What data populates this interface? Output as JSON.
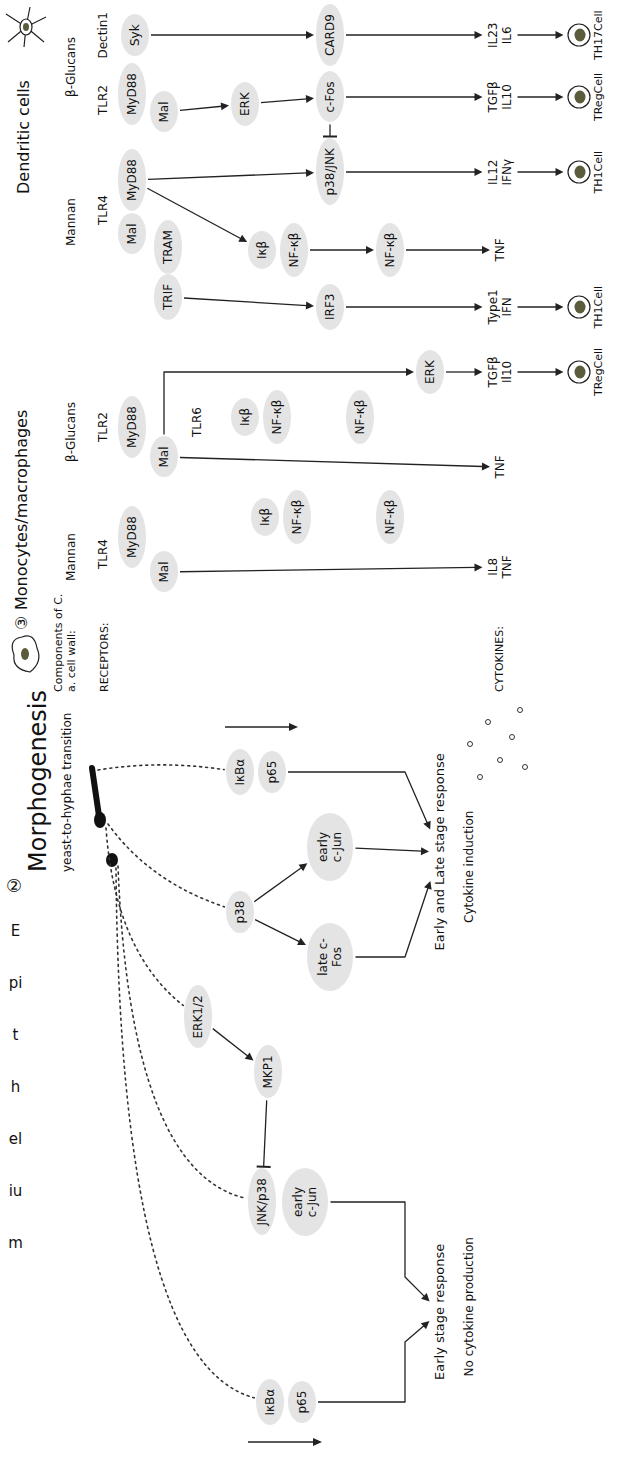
{
  "diagram": {
    "nodes": [
      {
        "text": [
          "IκBα"
        ]
      },
      {
        "text": [
          "p65"
        ]
      },
      {
        "text": [
          "JNK/p38"
        ]
      },
      {
        "text": [
          "early c-Jun"
        ]
      },
      {
        "text": [
          "MKP1"
        ]
      },
      {
        "text": [
          "ERK1/2"
        ]
      },
      {
        "text": [
          "Early stage response"
        ]
      },
      {
        "text": [
          "p38"
        ]
      },
      {
        "text": [
          "early c-Jun"
        ]
      },
      {
        "text": [
          "late c-Fos"
        ]
      },
      {
        "text": [
          "IκBα"
        ]
      },
      {
        "text": [
          "p65"
        ]
      },
      {
        "text": [
          "Early and Late stage response"
        ]
      },
      {
        "text": [
          "MyD88"
        ]
      },
      {
        "text": [
          "Mal"
        ]
      },
      {
        "text": [
          "Iκβ"
        ]
      },
      {
        "text": [
          "NF-κβ"
        ]
      },
      {
        "text": [
          "NF-κβ"
        ]
      },
      {
        "text": [
          "IL8",
          "TNF"
        ]
      },
      {
        "text": [
          "MyD88"
        ]
      },
      {
        "text": [
          "Mal"
        ]
      },
      {
        "text": [
          "Iκβ"
        ]
      },
      {
        "text": [
          "NF-κβ"
        ]
      },
      {
        "text": [
          "NF-κβ"
        ]
      },
      {
        "text": [
          "TNF"
        ]
      },
      {
        "text": [
          "ERK"
        ]
      },
      {
        "text": [
          "TGFβ",
          "Il10"
        ]
      },
      {
        "text": [
          "TRegCell"
        ]
      },
      {
        "text": [
          "Syk"
        ]
      },
      {
        "text": [
          "CARD9"
        ]
      },
      {
        "text": [
          "IL23",
          "IL6"
        ]
      },
      {
        "text": [
          "TH17Cell"
        ]
      },
      {
        "text": [
          "MyD88"
        ]
      },
      {
        "text": [
          "Mal"
        ]
      },
      {
        "text": [
          "ERK"
        ]
      },
      {
        "text": [
          "c-Fos"
        ]
      },
      {
        "text": [
          "TGFβ",
          "IL10"
        ]
      },
      {
        "text": [
          "TRegCell"
        ]
      },
      {
        "text": [
          "Mal"
        ]
      },
      {
        "text": [
          "MyD88"
        ]
      },
      {
        "text": [
          "TRIF"
        ]
      },
      {
        "text": [
          "TRAM"
        ]
      },
      {
        "text": [
          "p38/JNK"
        ]
      },
      {
        "text": [
          "IL12",
          "IFNγ"
        ]
      },
      {
        "text": [
          "TH1Cell"
        ]
      },
      {
        "text": [
          "Iκβ"
        ]
      },
      {
        "text": [
          "NF-κβ"
        ]
      },
      {
        "text": [
          "NF-κβ"
        ]
      },
      {
        "text": [
          "TNF"
        ]
      },
      {
        "text": [
          "IRF3"
        ]
      },
      {
        "text": [
          "Type1",
          "IFN"
        ]
      },
      {
        "text": [
          "TH1Cell"
        ]
      }
    ],
    "edges": [
      {
        "from": 5,
        "to": 4,
        "arrow": "to"
      },
      {
        "from": 4,
        "to": 2,
        "arrow": "to"
      },
      {
        "from": 1,
        "to": 6,
        "arrow": "to"
      },
      {
        "from": 3,
        "to": 6,
        "arrow": "to"
      },
      {
        "from": 7,
        "to": 8,
        "arrow": "to"
      },
      {
        "from": 7,
        "to": 9,
        "arrow": "to"
      },
      {
        "from": 11,
        "to": 12,
        "arrow": "to"
      },
      {
        "from": 8,
        "to": 12,
        "arrow": "to"
      },
      {
        "from": 9,
        "to": 12,
        "arrow": "to"
      },
      {
        "from": 14,
        "to": 18,
        "arrow": "to"
      },
      {
        "from": 20,
        "to": 24,
        "arrow": "to"
      },
      {
        "from": 20,
        "to": 25,
        "arrow": "to"
      },
      {
        "from": 25,
        "to": 26,
        "arrow": "to"
      },
      {
        "from": 26,
        "to": 27,
        "arrow": "to"
      },
      {
        "from": 28,
        "to": 29,
        "arrow": "to"
      },
      {
        "from": 29,
        "to": 30,
        "arrow": "to"
      },
      {
        "from": 30,
        "to": 31,
        "arrow": "to"
      },
      {
        "from": 33,
        "to": 34,
        "arrow": "to"
      },
      {
        "from": 34,
        "to": 35,
        "arrow": "to"
      },
      {
        "from": 35,
        "to": 36,
        "arrow": "to"
      },
      {
        "from": 36,
        "to": 37,
        "arrow": "to"
      },
      {
        "from": 35,
        "to": 42,
        "arrow": "to"
      },
      {
        "from": 39,
        "to": 42,
        "arrow": "to"
      },
      {
        "from": 42,
        "to": 43,
        "arrow": "to"
      },
      {
        "from": 43,
        "to": 44,
        "arrow": "to"
      },
      {
        "from": 39,
        "to": 45,
        "arrow": "to"
      },
      {
        "from": 46,
        "to": 47,
        "arrow": "to"
      },
      {
        "from": 47,
        "to": 48,
        "arrow": "to"
      },
      {
        "from": 40,
        "to": 49,
        "arrow": "to"
      },
      {
        "from": 49,
        "to": 50,
        "arrow": "to"
      },
      {
        "from": 50,
        "to": 51,
        "arrow": "to"
      }
    ],
    "labels": [
      "Morphogenesis",
      "yeast-to-hyphae transition",
      "②",
      "Epithelium",
      "No cytokine production",
      "Cytokine induction",
      "③",
      "Monocytes/macrophages",
      "Components of C. a. cell wall:",
      "RECEPTORS:",
      "CYTOKINES:",
      "Mannan",
      "β-Glucans",
      "TLR4",
      "TLR2",
      "TLR6",
      "Dendritic cells",
      "Mannan",
      "β-Glucans",
      "Dectin1",
      "TLR2",
      "TLR4"
    ]
  }
}
